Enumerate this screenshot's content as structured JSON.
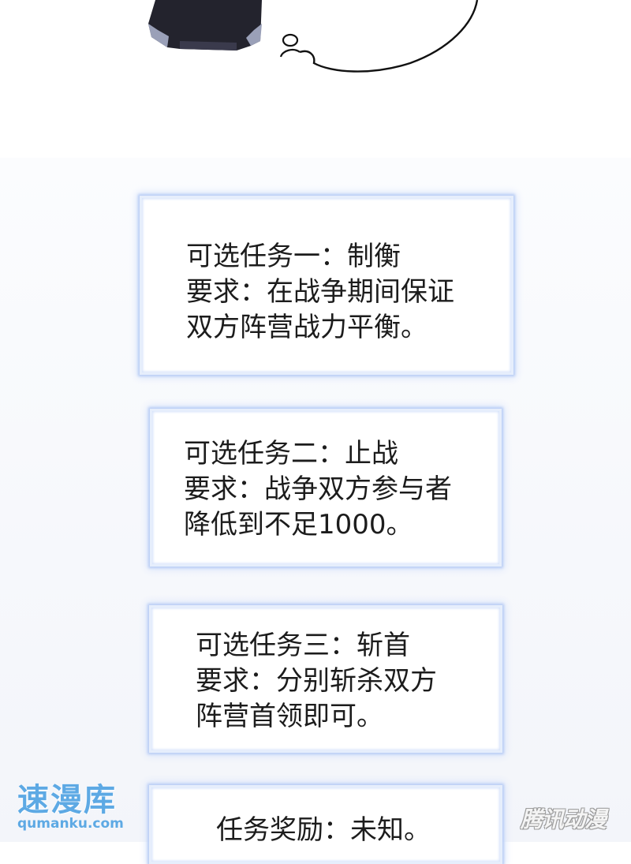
{
  "panels": [
    {
      "text": "可选任务一：制衡\n要求：在战争期间保证\n双方阵营战力平衡。"
    },
    {
      "text": "可选任务二：止战\n要求：战争双方参与者\n降低到不足1000。"
    },
    {
      "text": "可选任务三：斩首\n要求：分别斩杀双方\n阵营首领即可。"
    },
    {
      "text": "任务奖励：未知。"
    }
  ],
  "watermarks": {
    "site_name": "速漫库",
    "site_url": "qumanku.com",
    "publisher": "腾讯动漫"
  },
  "colors": {
    "panel_glow": "#b9cdf5",
    "watermark_blue": "#5da9e4",
    "text": "#1c1c1c"
  }
}
